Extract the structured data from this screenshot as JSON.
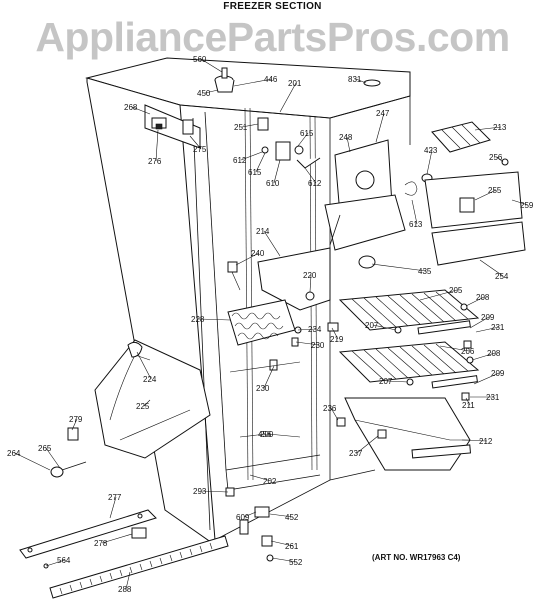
{
  "diagram": {
    "title": "FREEZER SECTION",
    "watermark": "AppliancePartsPros.com",
    "art_number": "(ART NO. WR17963 C4)",
    "callouts": [
      {
        "label": "560"
      },
      {
        "label": "446"
      },
      {
        "label": "450"
      },
      {
        "label": "201"
      },
      {
        "label": "831"
      },
      {
        "label": "268"
      },
      {
        "label": "275"
      },
      {
        "label": "276"
      },
      {
        "label": "251"
      },
      {
        "label": "612"
      },
      {
        "label": "615"
      },
      {
        "label": "615"
      },
      {
        "label": "610"
      },
      {
        "label": "612"
      },
      {
        "label": "248"
      },
      {
        "label": "247"
      },
      {
        "label": "423"
      },
      {
        "label": "213"
      },
      {
        "label": "256"
      },
      {
        "label": "255"
      },
      {
        "label": "259"
      },
      {
        "label": "613"
      },
      {
        "label": "214"
      },
      {
        "label": "240"
      },
      {
        "label": "220"
      },
      {
        "label": "435"
      },
      {
        "label": "254"
      },
      {
        "label": "205"
      },
      {
        "label": "208"
      },
      {
        "label": "228"
      },
      {
        "label": "234"
      },
      {
        "label": "219"
      },
      {
        "label": "207"
      },
      {
        "label": "209"
      },
      {
        "label": "231"
      },
      {
        "label": "230"
      },
      {
        "label": "206"
      },
      {
        "label": "208"
      },
      {
        "label": "224"
      },
      {
        "label": "230"
      },
      {
        "label": "207"
      },
      {
        "label": "209"
      },
      {
        "label": "211"
      },
      {
        "label": "231"
      },
      {
        "label": "225"
      },
      {
        "label": "236"
      },
      {
        "label": "279"
      },
      {
        "label": "456"
      },
      {
        "label": "200"
      },
      {
        "label": "212"
      },
      {
        "label": "237"
      },
      {
        "label": "264"
      },
      {
        "label": "265"
      },
      {
        "label": "202"
      },
      {
        "label": "277"
      },
      {
        "label": "293"
      },
      {
        "label": "609"
      },
      {
        "label": "452"
      },
      {
        "label": "278"
      },
      {
        "label": "261"
      },
      {
        "label": "564"
      },
      {
        "label": "552"
      },
      {
        "label": "288"
      }
    ]
  }
}
